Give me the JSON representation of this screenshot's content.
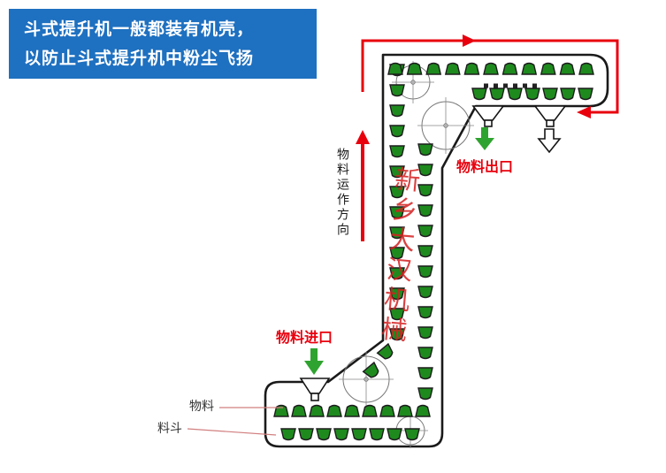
{
  "header": {
    "line1": "斗式提升机一般都装有机壳，",
    "line2": "以防止斗式提升机中粉尘飞扬"
  },
  "diagram": {
    "direction_label": "物料运作方向",
    "outlet_label": "物料出口",
    "inlet_label": "物料进口",
    "material_label": "物料",
    "bucket_label": "料斗",
    "watermark": "新乡大汉机械"
  },
  "colors": {
    "header_bg": "#1e70c0",
    "accent_red": "#e8000d",
    "arrow_green": "#2fa32f",
    "bucket_green": "#1e8a1e"
  }
}
